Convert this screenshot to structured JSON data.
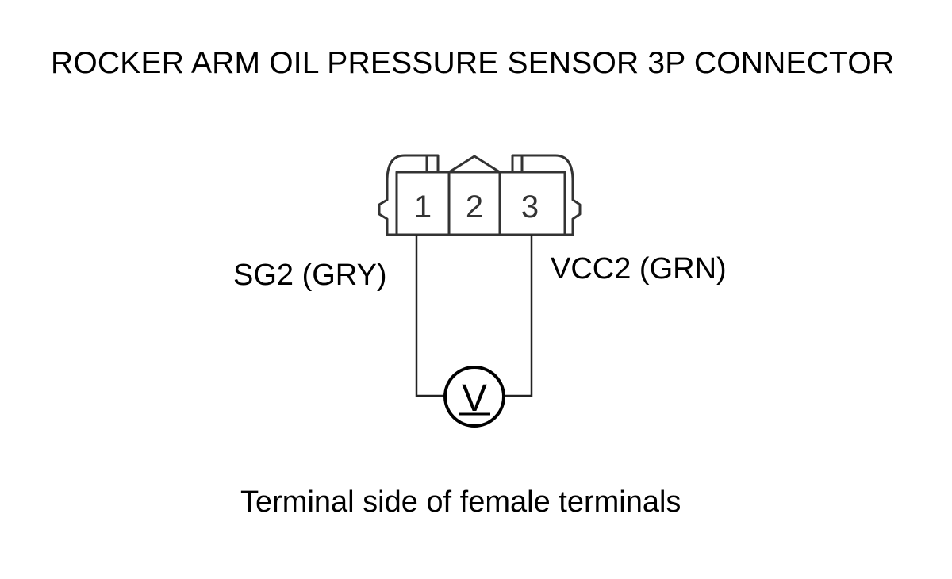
{
  "title": "ROCKER ARM OIL PRESSURE SENSOR 3P CONNECTOR",
  "connector": {
    "pins": [
      "1",
      "2",
      "3"
    ]
  },
  "wires": {
    "left_label": "SG2 (GRY)",
    "right_label": "VCC2 (GRN)"
  },
  "meter": {
    "icon": "voltmeter-icon",
    "symbol": "V"
  },
  "caption": "Terminal side of female terminals"
}
